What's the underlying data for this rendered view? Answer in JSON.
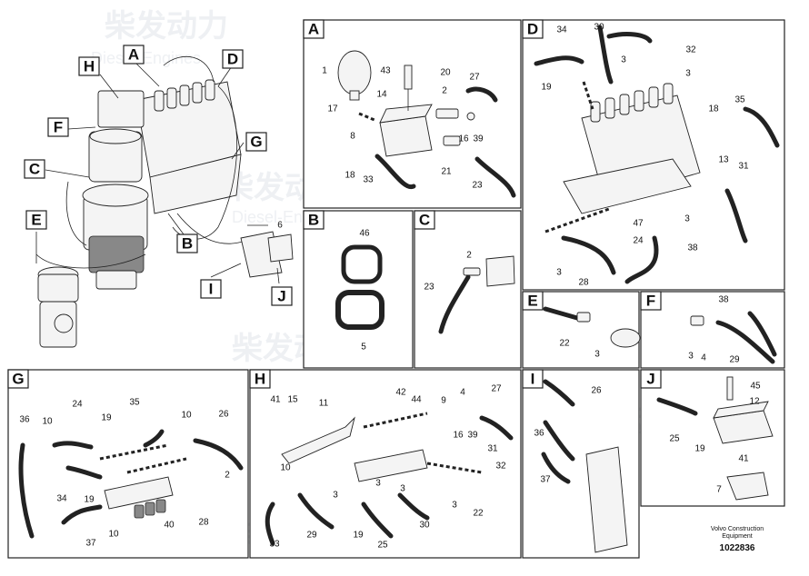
{
  "watermark": {
    "brand": "柴发动力",
    "sub": "Diesel-Engines"
  },
  "main_view": {
    "callouts": [
      "A",
      "D",
      "H",
      "F",
      "G",
      "C",
      "E",
      "B",
      "I",
      "J"
    ],
    "part_6": "6"
  },
  "panels": {
    "A": {
      "label": "A",
      "numbers": [
        "1",
        "43",
        "20",
        "14",
        "27",
        "17",
        "2",
        "8",
        "16",
        "39",
        "18",
        "33",
        "21",
        "23"
      ]
    },
    "B": {
      "label": "B",
      "numbers": [
        "46",
        "5"
      ]
    },
    "C": {
      "label": "C",
      "numbers": [
        "2",
        "23"
      ]
    },
    "D": {
      "label": "D",
      "numbers": [
        "34",
        "30",
        "32",
        "3",
        "3",
        "19",
        "35",
        "18",
        "13",
        "31",
        "47",
        "3",
        "24",
        "38",
        "3",
        "28"
      ]
    },
    "E": {
      "label": "E",
      "numbers": [
        "22",
        "3"
      ]
    },
    "F": {
      "label": "F",
      "numbers": [
        "38",
        "3",
        "4",
        "29"
      ]
    },
    "G": {
      "label": "G",
      "numbers": [
        "35",
        "24",
        "36",
        "10",
        "19",
        "10",
        "26",
        "2",
        "34",
        "19",
        "40",
        "28",
        "37",
        "10"
      ]
    },
    "H": {
      "label": "H",
      "numbers": [
        "41",
        "15",
        "11",
        "42",
        "44",
        "9",
        "4",
        "27",
        "16",
        "39",
        "31",
        "10",
        "3",
        "32",
        "29",
        "3",
        "19",
        "3",
        "30",
        "3",
        "22",
        "33",
        "25"
      ]
    },
    "I": {
      "label": "I",
      "numbers": [
        "26",
        "36",
        "37"
      ]
    },
    "J": {
      "label": "J",
      "numbers": [
        "45",
        "12",
        "25",
        "19",
        "41",
        "7"
      ]
    }
  },
  "footer": {
    "line1": "Volvo Construction",
    "line2": "Equipment",
    "doc_number": "1022836"
  }
}
